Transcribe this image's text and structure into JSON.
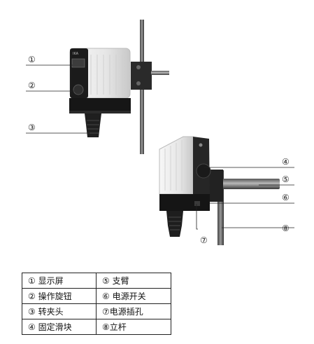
{
  "callouts": [
    "①",
    "②",
    "③",
    "④",
    "⑤",
    "⑥",
    "⑦",
    "⑧"
  ],
  "device_label": "IKA",
  "legend": [
    [
      "① 显示屏",
      "⑤ 支臂"
    ],
    [
      "② 操作旋钮",
      "⑥ 电源开关"
    ],
    [
      "③ 转夹头",
      "⑦电源插孔"
    ],
    [
      "④ 固定滑块",
      "⑧立杆"
    ]
  ]
}
